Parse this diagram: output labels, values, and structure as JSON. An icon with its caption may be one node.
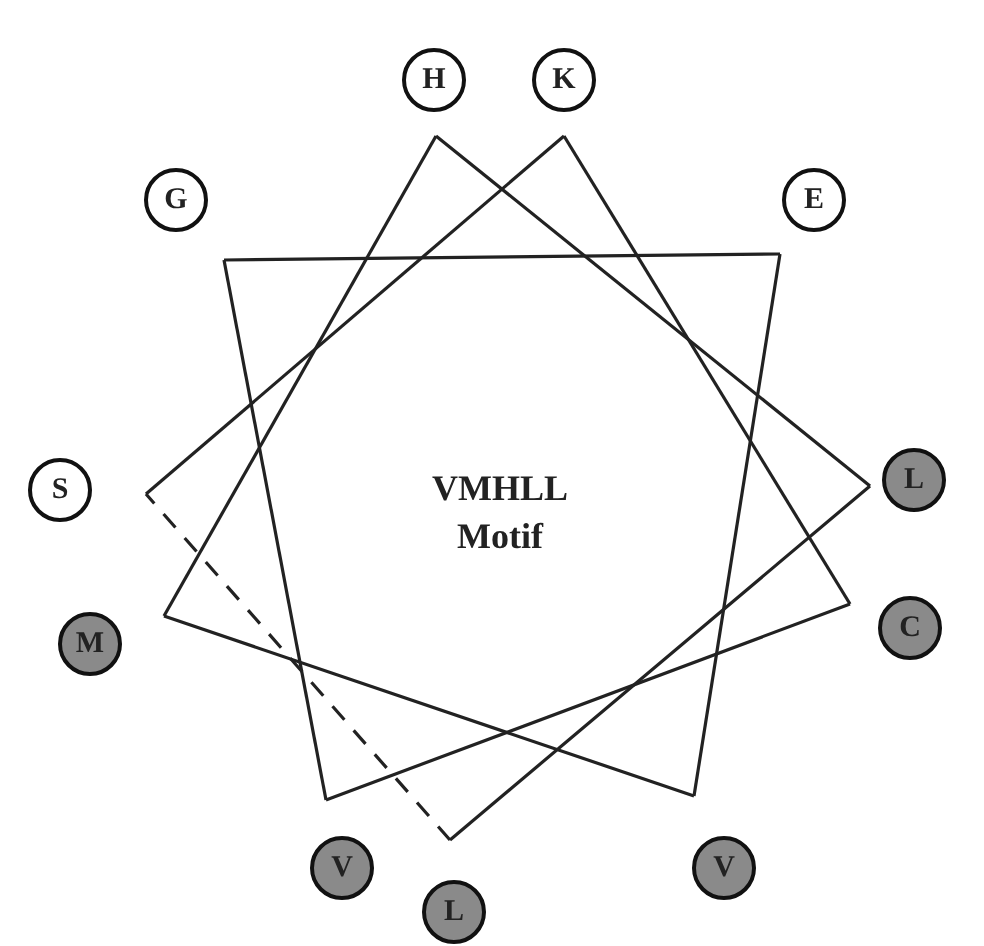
{
  "diagram": {
    "nodes": [
      {
        "text": [
          "H"
        ]
      },
      {
        "text": [
          "K"
        ]
      },
      {
        "text": [
          "G"
        ]
      },
      {
        "text": [
          "E"
        ]
      },
      {
        "text": [
          "S"
        ]
      },
      {
        "text": [
          "L"
        ]
      },
      {
        "text": [
          "M"
        ]
      },
      {
        "text": [
          "C"
        ]
      },
      {
        "text": [
          "V"
        ]
      },
      {
        "text": [
          "L"
        ]
      },
      {
        "text": [
          "V"
        ]
      }
    ],
    "edges": [
      {
        "from": 4,
        "to": 1,
        "arrow": "none"
      },
      {
        "from": 1,
        "to": 7,
        "arrow": "none"
      },
      {
        "from": 7,
        "to": 8,
        "arrow": "none"
      },
      {
        "from": 8,
        "to": 2,
        "arrow": "none"
      },
      {
        "from": 2,
        "to": 3,
        "arrow": "none"
      },
      {
        "from": 3,
        "to": 10,
        "arrow": "none"
      },
      {
        "from": 10,
        "to": 6,
        "arrow": "none"
      },
      {
        "from": 6,
        "to": 0,
        "arrow": "none"
      },
      {
        "from": 0,
        "to": 5,
        "arrow": "none"
      },
      {
        "from": 5,
        "to": 9,
        "arrow": "none"
      },
      {
        "from": 9,
        "to": 4,
        "arrow": "none",
        "style": "dashed"
      }
    ],
    "labels": [
      "VMHLL Motif"
    ]
  }
}
